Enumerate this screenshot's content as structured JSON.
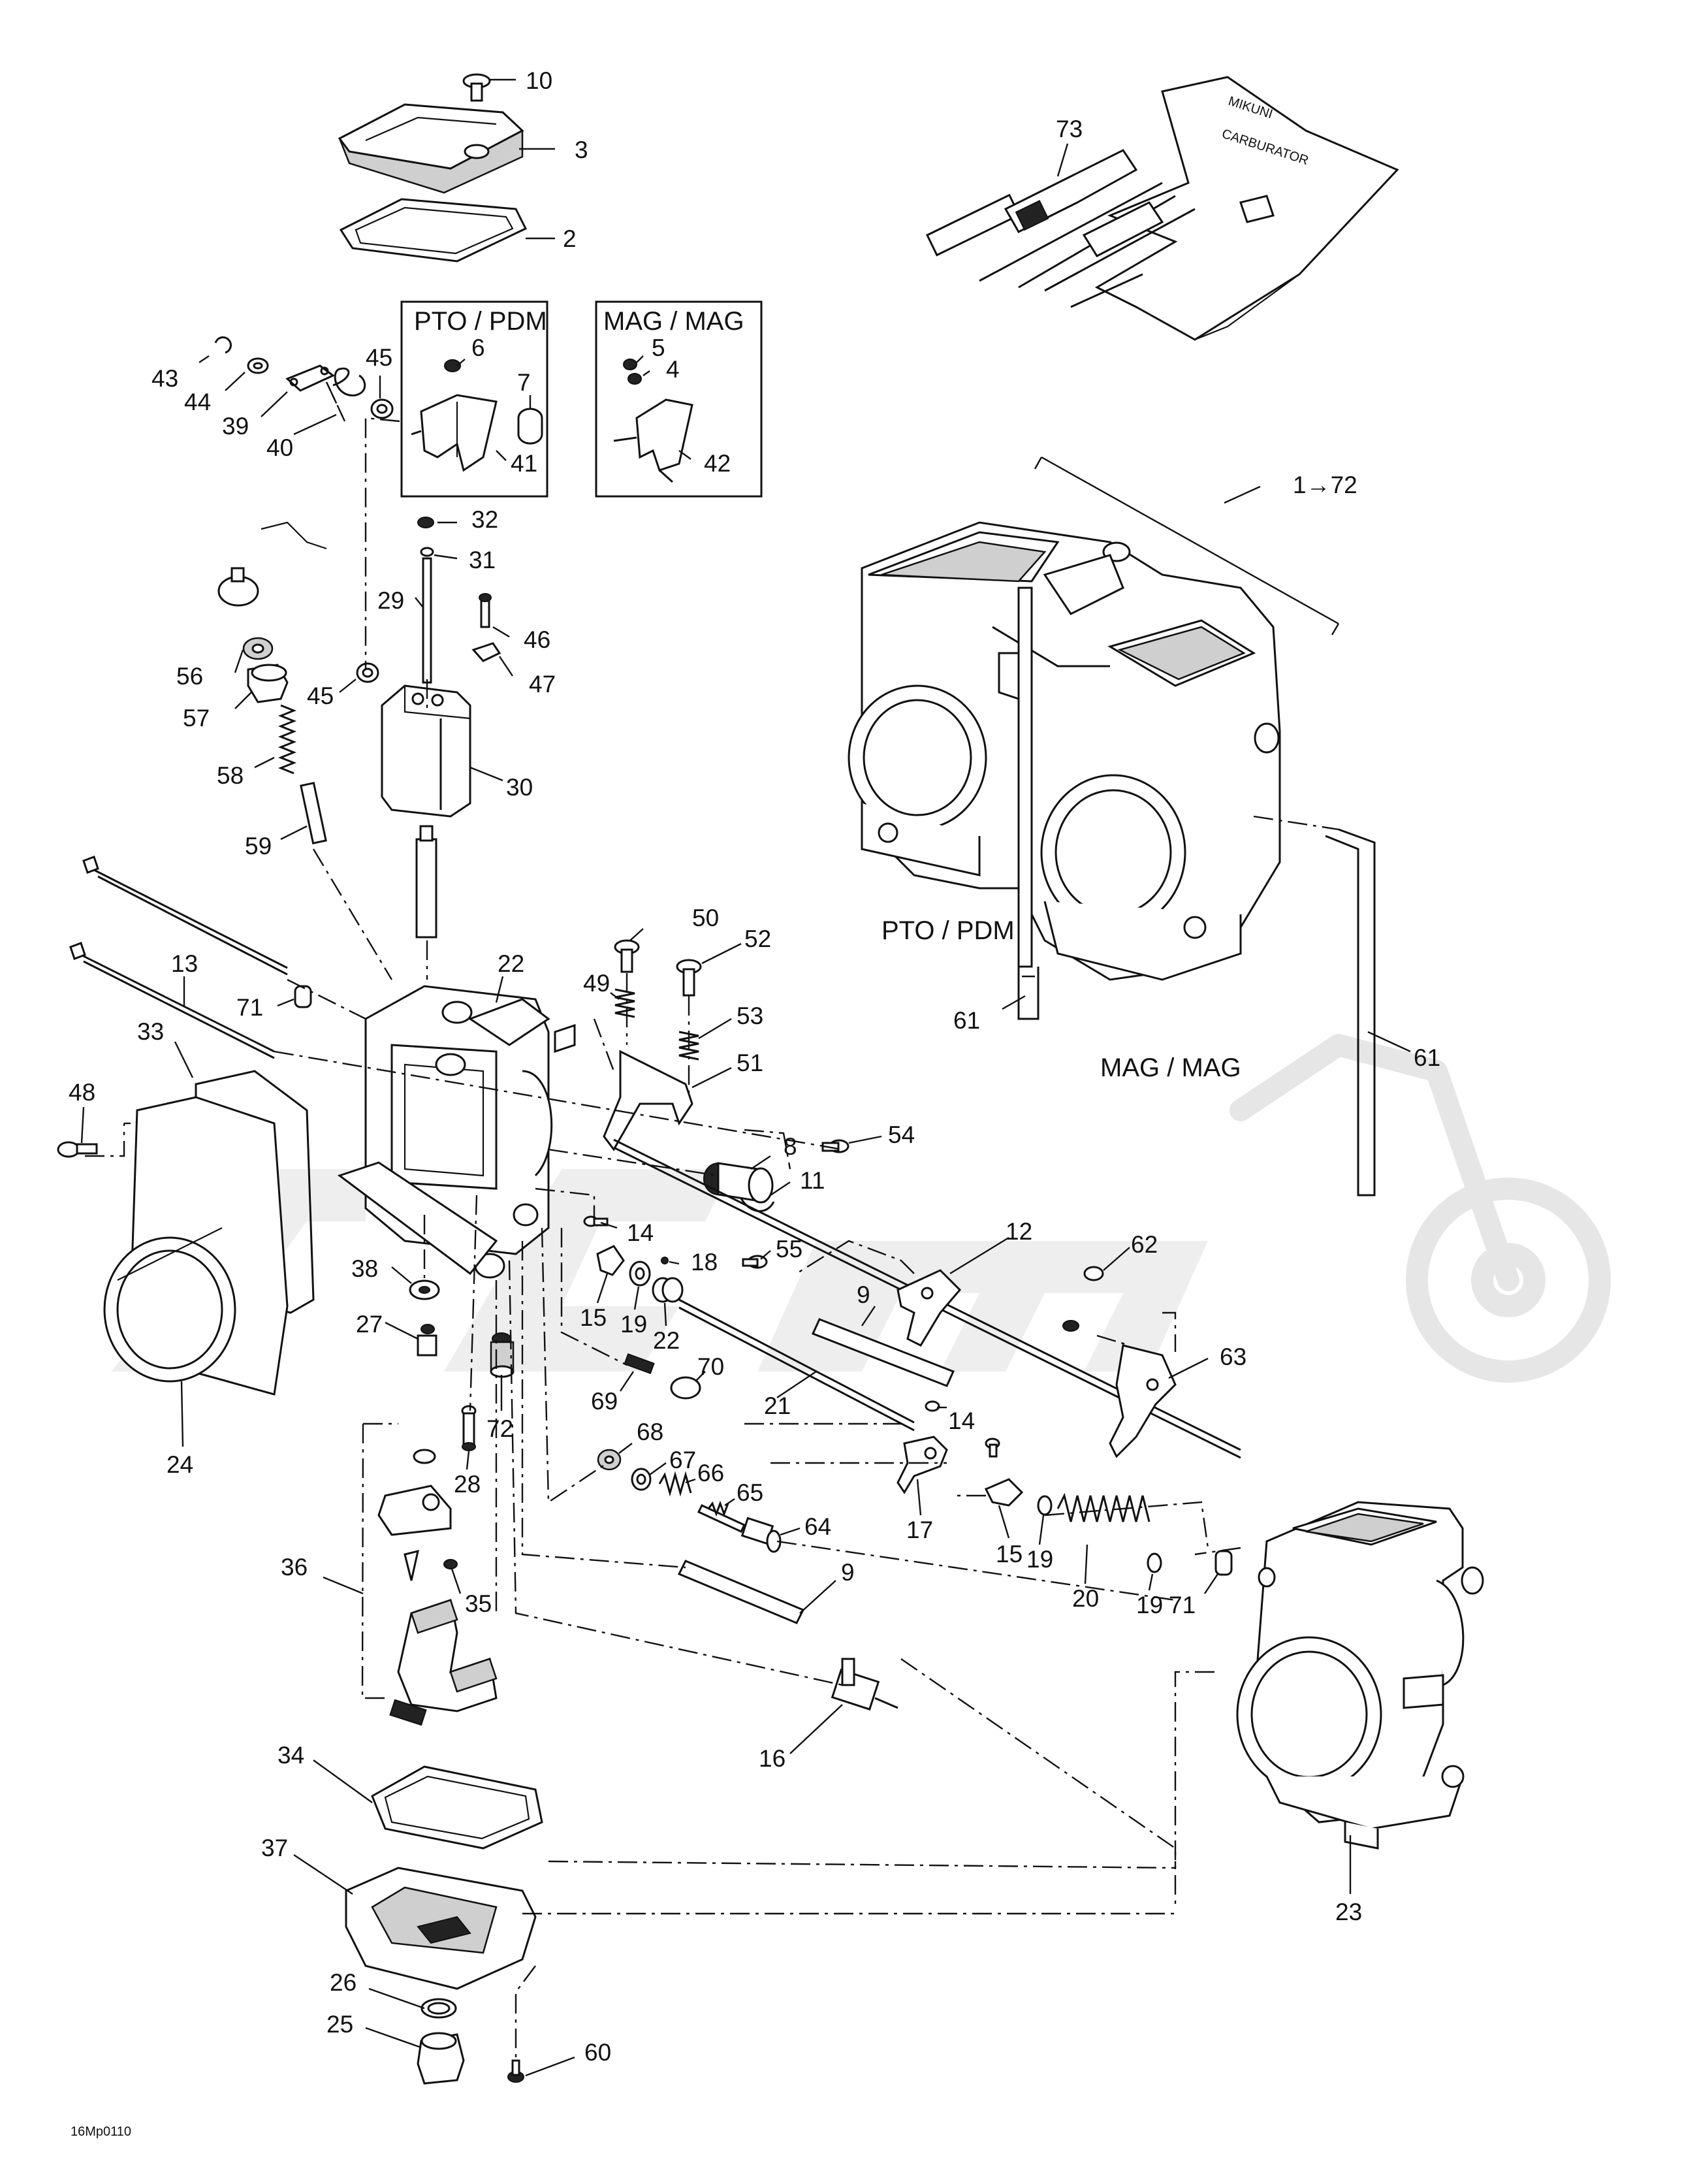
{
  "boxes": {
    "pto_title": "PTO / PDM",
    "mag_title": "MAG / MAG"
  },
  "sections": {
    "pto_label": "PTO / PDM",
    "mag_label": "MAG / MAG",
    "assembly_label": "1→72"
  },
  "reference": "16Mp0110",
  "callouts": {
    "c10": "10",
    "c3": "3",
    "c2": "2",
    "c73": "73",
    "c6": "6",
    "c7": "7",
    "c41": "41",
    "c5": "5",
    "c4": "4",
    "c42": "42",
    "c43": "43",
    "c44": "44",
    "c39": "39",
    "c40": "40",
    "c45a": "45",
    "c32": "32",
    "c31": "31",
    "c29": "29",
    "c46": "46",
    "c47": "47",
    "c45b": "45",
    "c30": "30",
    "c56": "56",
    "c57": "57",
    "c58": "58",
    "c59": "59",
    "c13": "13",
    "c71a": "71",
    "c22a": "22",
    "c48": "48",
    "c33": "33",
    "c50": "50",
    "c49": "49",
    "c52": "52",
    "c53": "53",
    "c51": "51",
    "c54": "54",
    "c8": "8",
    "c11": "11",
    "c14a": "14",
    "c18": "18",
    "c55": "55",
    "c15a": "15",
    "c19a": "19",
    "c22b": "22",
    "c38": "38",
    "c27": "27",
    "c24": "24",
    "c72": "72",
    "c28": "28",
    "c69": "69",
    "c70": "70",
    "c21": "21",
    "c9a": "9",
    "c12": "12",
    "c62": "62",
    "c63": "63",
    "c68": "68",
    "c67": "67",
    "c66": "66",
    "c65": "65",
    "c64": "64",
    "c14b": "14",
    "c17": "17",
    "c15b": "15",
    "c19b": "19",
    "c20": "20",
    "c19c": "19",
    "c71b": "71",
    "c9b": "9",
    "c36": "36",
    "c35": "35",
    "c16": "16",
    "c34": "34",
    "c37": "37",
    "c26": "26",
    "c25": "25",
    "c60": "60",
    "c23": "23",
    "c61a": "61",
    "c61b": "61",
    "tool_text1": "CARBURATOR",
    "tool_text2": "MIKUNI"
  }
}
